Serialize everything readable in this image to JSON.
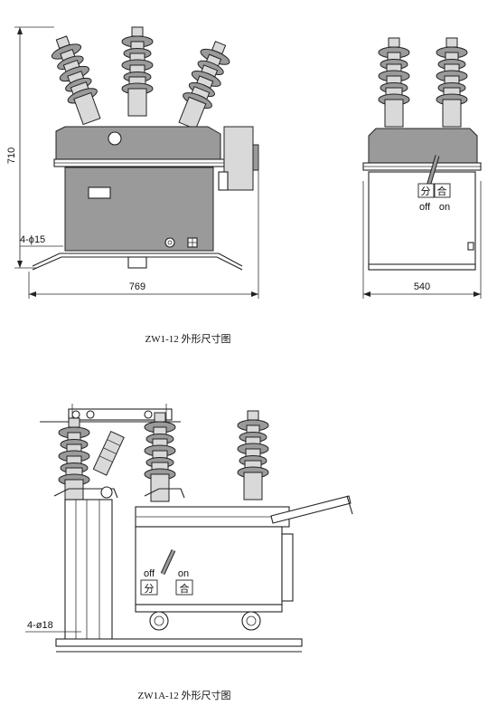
{
  "drawing1": {
    "caption": "ZW1-12 外形尺寸图",
    "height_dim": "710",
    "hole_label": "4-ϕ15",
    "width_dim": "769",
    "side_width_dim": "540",
    "switch_labels": {
      "off": "off",
      "on": "on",
      "fen": "分",
      "he": "合"
    }
  },
  "drawing2": {
    "caption": "ZW1A-12 外形尺寸图",
    "hole_label": "4-ø18",
    "switch_labels": {
      "off": "off",
      "on": "on",
      "fen": "分",
      "he": "合"
    }
  }
}
